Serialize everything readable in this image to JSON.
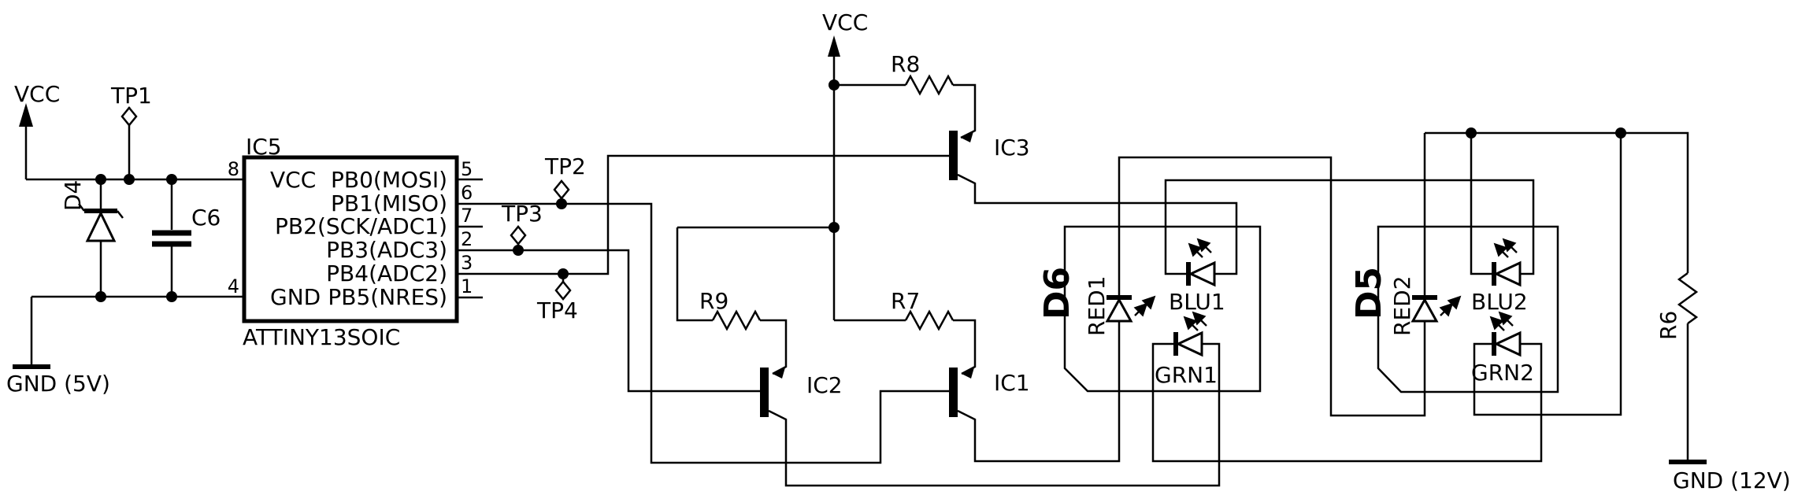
{
  "schematic": {
    "colors": {
      "background": "#ffffff",
      "line": "#000000"
    },
    "power": {
      "vcc_left": "VCC",
      "vcc_mid": "VCC",
      "gnd_5v": "GND (5V)",
      "gnd_12v": "GND (12V)"
    },
    "test_points": {
      "tp1": "TP1",
      "tp2": "TP2",
      "tp3": "TP3",
      "tp4": "TP4"
    },
    "ic5": {
      "designator": "IC5",
      "part": "ATTINY13SOIC",
      "pin8": {
        "num": "8",
        "name": "VCC"
      },
      "pin4": {
        "num": "4",
        "name": "GND"
      },
      "right_pins": [
        {
          "num": "5",
          "name": "PB0(MOSI)"
        },
        {
          "num": "6",
          "name": "PB1(MISO)"
        },
        {
          "num": "7",
          "name": "PB2(SCK/ADC1)"
        },
        {
          "num": "2",
          "name": "PB3(ADC3)"
        },
        {
          "num": "3",
          "name": "PB4(ADC2)"
        },
        {
          "num": "1",
          "name": "PB5(NRES)"
        }
      ]
    },
    "resistors": {
      "r8": "R8",
      "r9": "R9",
      "r7": "R7",
      "r6": "R6"
    },
    "transistors": {
      "ic3": "IC3",
      "ic2": "IC2",
      "ic1": "IC1"
    },
    "diode": "D4",
    "capacitor": "C6",
    "led_modules": {
      "d6": {
        "designator": "D6",
        "red": "RED1",
        "blue": "BLU1",
        "green": "GRN1"
      },
      "d5": {
        "designator": "D5",
        "red": "RED2",
        "blue": "BLU2",
        "green": "GRN2"
      }
    }
  }
}
